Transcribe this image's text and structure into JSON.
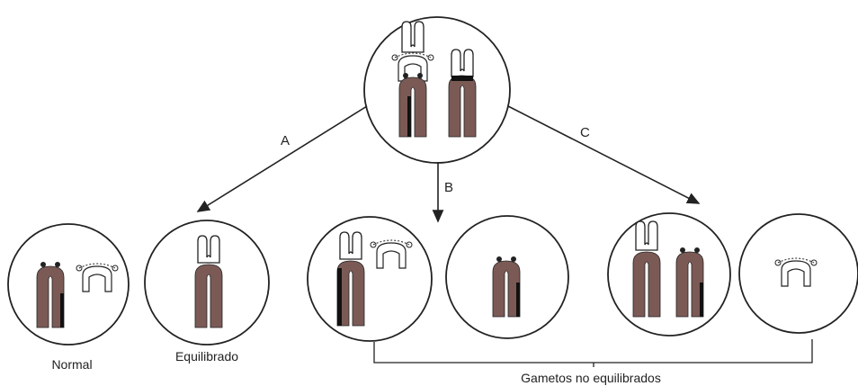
{
  "labels": {
    "arrow_a": "A",
    "arrow_b": "B",
    "arrow_c": "C",
    "normal": "Normal",
    "balanced": "Equilibrado",
    "unbalanced": "Gametos no equilibrados"
  },
  "colors": {
    "chromosome": "#7b5a55",
    "dark_band": "#111111",
    "outline": "#222222"
  }
}
